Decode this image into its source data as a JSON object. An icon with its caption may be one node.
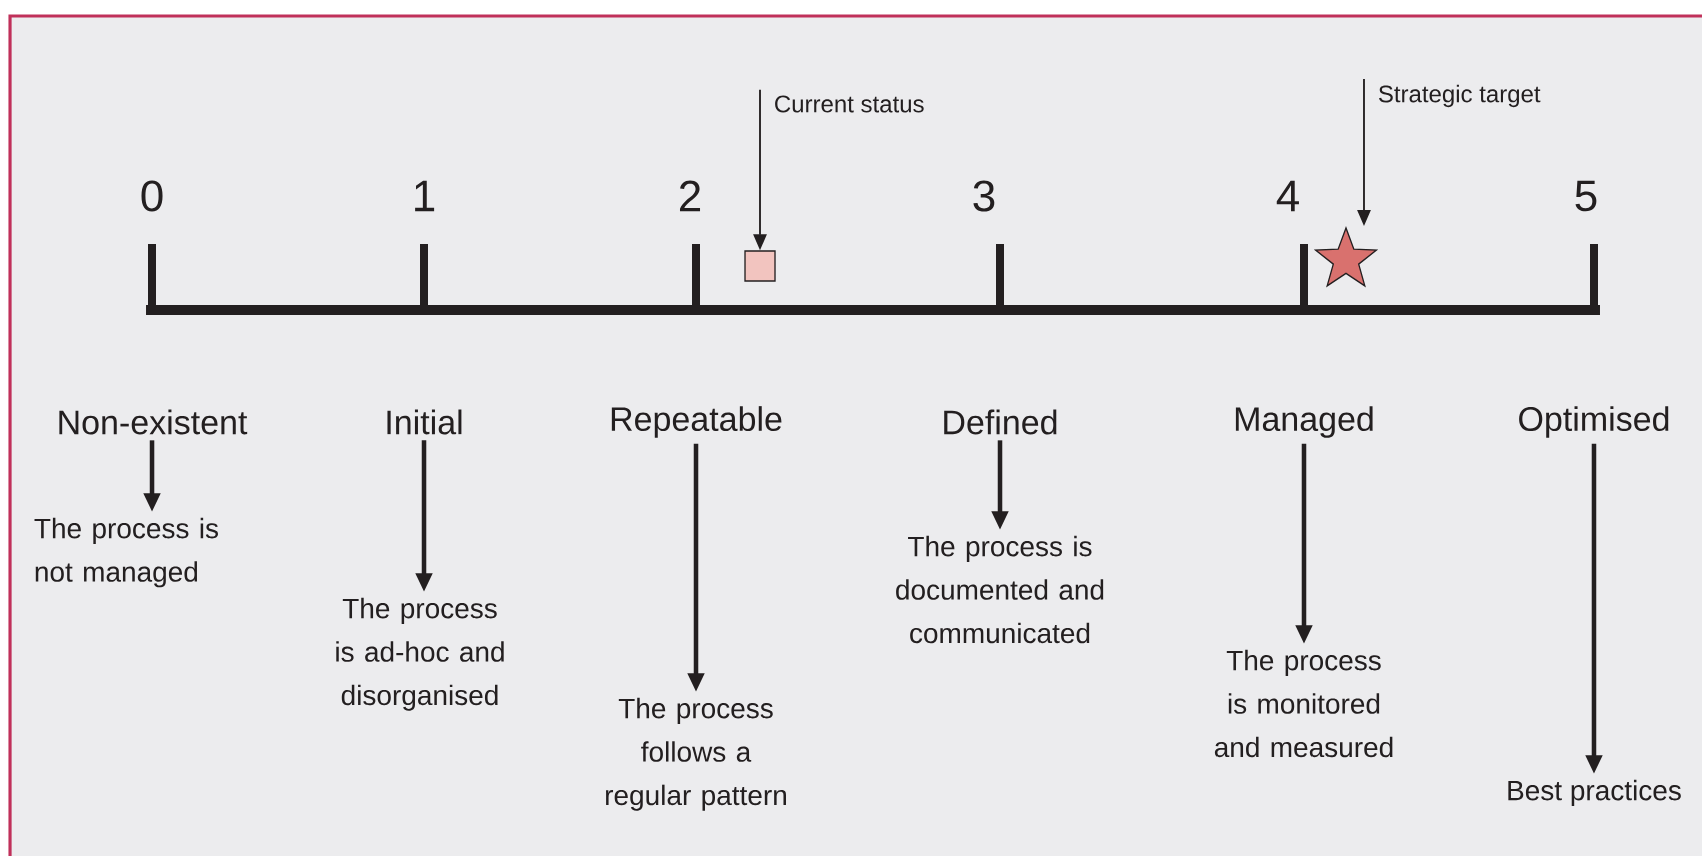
{
  "diagram": {
    "nodes": [
      {
        "text": [
          "Non-existent"
        ]
      },
      {
        "text": [
          "Initial"
        ]
      },
      {
        "text": [
          "Repeatable"
        ]
      },
      {
        "text": [
          "Defined"
        ]
      },
      {
        "text": [
          "Managed"
        ]
      },
      {
        "text": [
          "Optimised"
        ]
      },
      {
        "text": [
          "The process is not managed"
        ]
      },
      {
        "text": [
          "The process is ad-hoc and disorganised"
        ]
      },
      {
        "text": [
          "The process follows a regular pattern"
        ]
      },
      {
        "text": [
          "The process is documented and communicated"
        ]
      },
      {
        "text": [
          "The process is monitored and measured"
        ]
      },
      {
        "text": [
          "Best practices"
        ]
      },
      {
        "text": [
          "Current status"
        ]
      },
      {
        "text": [],
        "shape": "box"
      },
      {
        "text": [
          "Strategic target"
        ]
      },
      {
        "text": [],
        "shape": "star"
      }
    ],
    "edges": [
      {
        "from": 0,
        "to": 6,
        "arrow": "to"
      },
      {
        "from": 1,
        "to": 7,
        "arrow": "to"
      },
      {
        "from": 2,
        "to": 8,
        "arrow": "to"
      },
      {
        "from": 3,
        "to": 9,
        "arrow": "to"
      },
      {
        "from": 4,
        "to": 10,
        "arrow": "to"
      },
      {
        "from": 5,
        "to": 11,
        "arrow": "to"
      },
      {
        "from": 12,
        "to": 13,
        "arrow": "to"
      },
      {
        "from": 14,
        "to": 15,
        "arrow": "to"
      }
    ],
    "labels": [
      "0",
      "1",
      "2",
      "3",
      "4",
      "5"
    ]
  }
}
